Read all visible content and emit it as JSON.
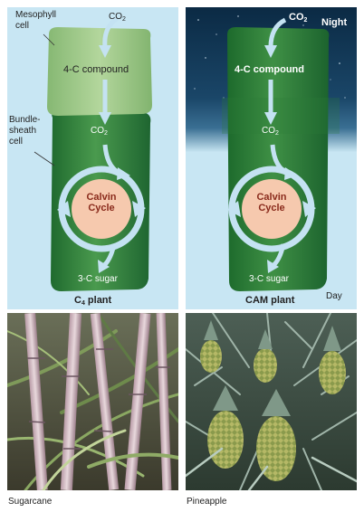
{
  "c4": {
    "mesophyll_label": "Mesophyll cell",
    "mesophyll_line1": "Mesophyll",
    "mesophyll_line2": "cell",
    "bundle_line1": "Bundle-",
    "bundle_line2": "sheath",
    "bundle_line3": "cell",
    "co2_top": "CO",
    "co2_top_sub": "2",
    "compound": "4-C compound",
    "co2_mid": "CO",
    "co2_mid_sub": "2",
    "calvin_line1": "Calvin",
    "calvin_line2": "Cycle",
    "sugar": "3-C sugar",
    "plant_prefix": "C",
    "plant_sub": "4",
    "plant_suffix": " plant"
  },
  "cam": {
    "co2_top": "CO",
    "co2_top_sub": "2",
    "night": "Night",
    "compound": "4-C compound",
    "co2_mid": "CO",
    "co2_mid_sub": "2",
    "calvin_line1": "Calvin",
    "calvin_line2": "Cycle",
    "sugar": "3-C sugar",
    "plant": "CAM plant",
    "day": "Day"
  },
  "photos": {
    "left_caption": "Sugarcane",
    "right_caption": "Pineapple"
  },
  "colors": {
    "panel_bg": "#c8e6f3",
    "mesophyll": "#9dc989",
    "bundle_sheath": "#2e7d3a",
    "arrow": "#c4e2f2",
    "calvin": "#f6c9ae",
    "night_sky": "#0b2a44"
  }
}
